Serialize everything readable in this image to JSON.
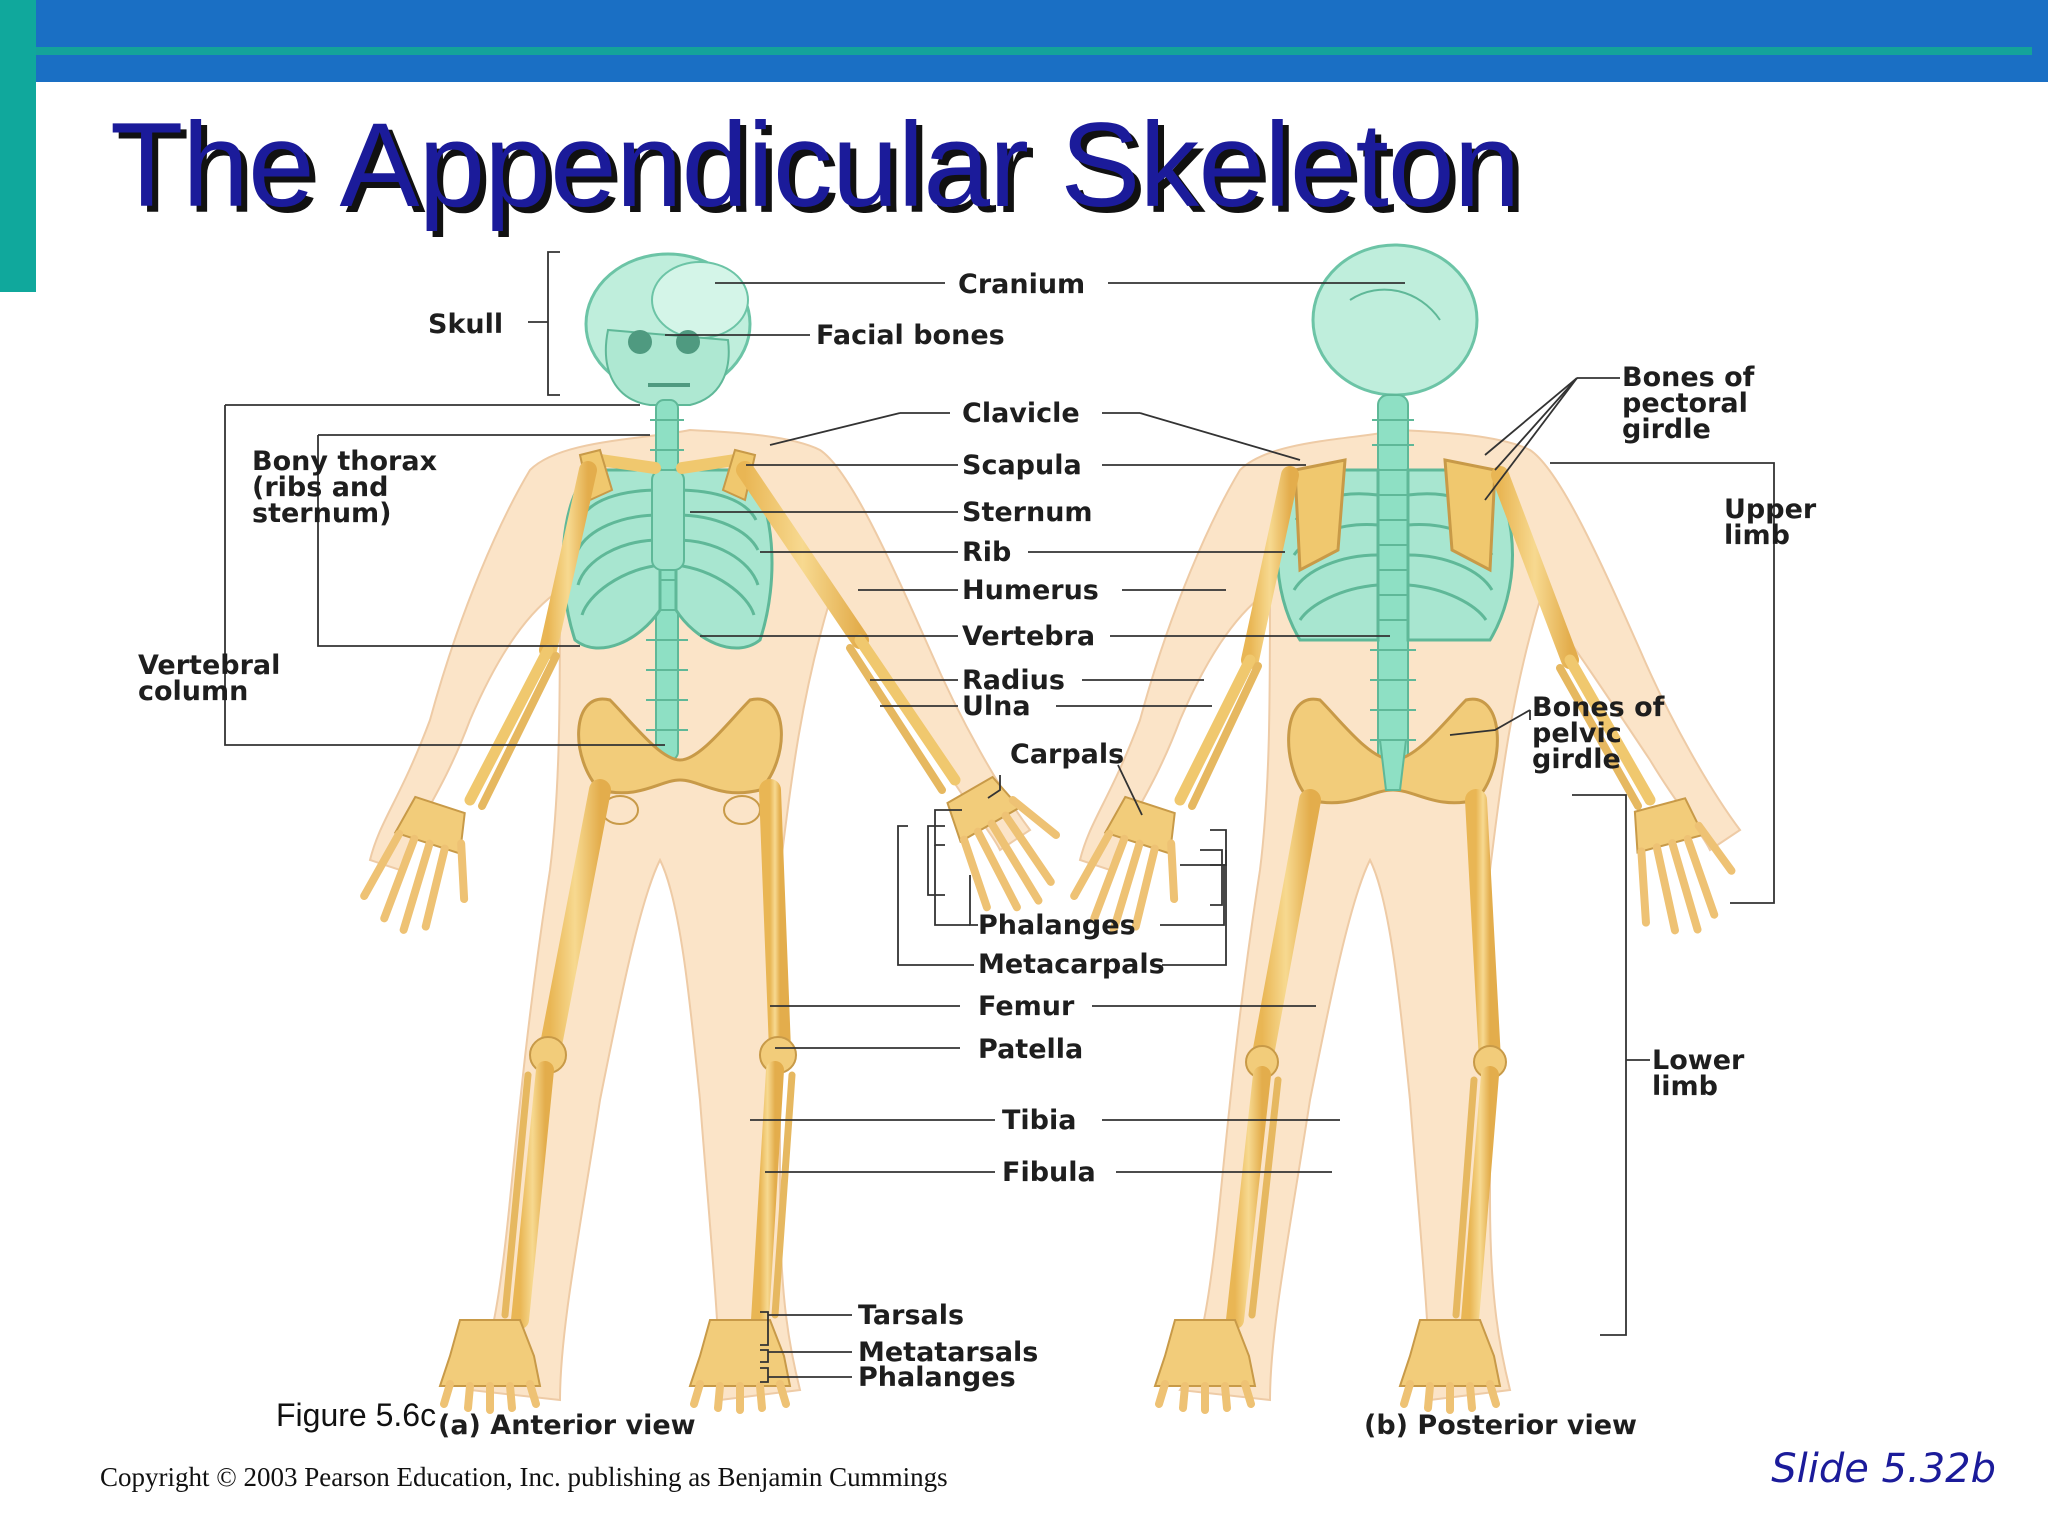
{
  "slide": {
    "title": "The Appendicular Skeleton",
    "figure_caption": "Figure 5.6c",
    "copyright": "Copyright © 2003 Pearson Education, Inc. publishing as Benjamin Cummings",
    "slide_number": "Slide 5.32b"
  },
  "views": {
    "anterior": "(a) Anterior view",
    "posterior": "(b) Posterior view"
  },
  "labels": {
    "skull": "Skull",
    "bony_thorax": [
      "Bony thorax",
      "(ribs and",
      "sternum)"
    ],
    "vertebral_column": [
      "Vertebral",
      "column"
    ],
    "cranium": "Cranium",
    "facial_bones": "Facial bones",
    "clavicle": "Clavicle",
    "scapula": "Scapula",
    "sternum": "Sternum",
    "rib": "Rib",
    "humerus": "Humerus",
    "vertebra": "Vertebra",
    "radius": "Radius",
    "ulna": "Ulna",
    "carpals": "Carpals",
    "phalanges_hand": "Phalanges",
    "metacarpals": "Metacarpals",
    "femur": "Femur",
    "patella": "Patella",
    "tibia": "Tibia",
    "fibula": "Fibula",
    "tarsals": "Tarsals",
    "metatarsals": "Metatarsals",
    "phalanges_foot": "Phalanges",
    "pectoral_girdle": [
      "Bones of",
      "pectoral",
      "girdle"
    ],
    "upper_limb": [
      "Upper",
      "limb"
    ],
    "pelvic_girdle": [
      "Bones of",
      "pelvic",
      "girdle"
    ],
    "lower_limb": [
      "Lower",
      "limb"
    ]
  },
  "colors": {
    "bar": "#1a6fc4",
    "accent": "#14a39a",
    "title": "#1b1b9a",
    "bone": "#f0c86e",
    "axial_bone": "#8ee0c4",
    "skin": "#fbe4c8"
  }
}
